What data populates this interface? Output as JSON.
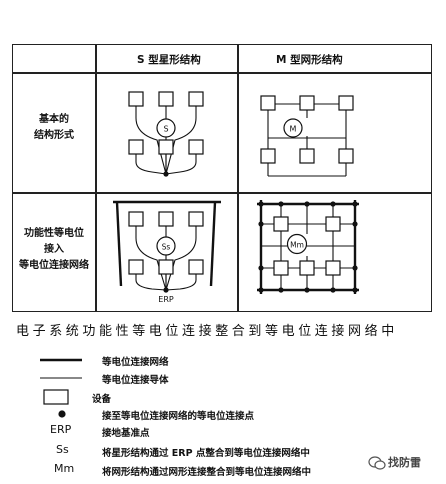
{
  "table": {
    "col_s": "S 型星形结构",
    "col_m": "M 型网形结构",
    "row1_line1": "基本的",
    "row1_line2": "结构形式",
    "row2_line1": "功能性等电位",
    "row2_line2": "接入",
    "row2_line3": "等电位连接网络"
  },
  "diagrams": {
    "s_basic_label": "S",
    "m_basic_label": "M",
    "s_integrated_label": "Ss",
    "m_integrated_label": "Mm",
    "erp_label": "ERP"
  },
  "caption": "电子系统功能性等电位连接整合到等电位连接网络中",
  "legend": [
    {
      "symbol": "thick-line",
      "text": "等电位连接网络"
    },
    {
      "symbol": "thin-line",
      "text": "等电位连接导体"
    },
    {
      "symbol": "box",
      "text": "设备"
    },
    {
      "symbol": "dot",
      "text": "接至等电位连接网络的等电位连接点"
    },
    {
      "symbol": "ERP",
      "text": "接地基准点"
    },
    {
      "symbol": "Ss",
      "text": "将星形结构通过 ERP 点整合到等电位连接网络中"
    },
    {
      "symbol": "Mm",
      "text": "将网形结构通过网形连接整合到等电位连接网络中"
    }
  ],
  "watermark": "找防雷",
  "colors": {
    "ink": "#111111",
    "watermark": "#444444"
  }
}
